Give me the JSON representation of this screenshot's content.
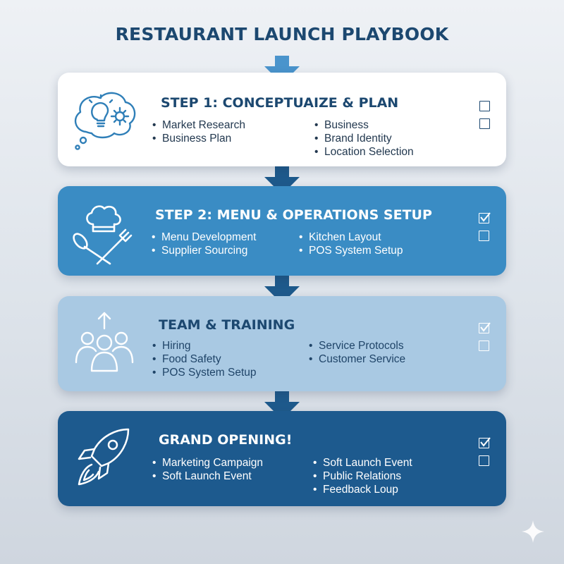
{
  "title": "RESTAURANT LAUNCH PLAYBOOK",
  "steps": [
    {
      "heading": "STEP 1: CONCEPTUAIZE & PLAN",
      "icon": "idea-lightbulb-gear-icon",
      "left_items": [
        "Market Research",
        "Business Plan"
      ],
      "right_items": [
        "Business",
        "Brand Identity",
        "Location Selection"
      ],
      "checkboxes": [
        false,
        false
      ]
    },
    {
      "heading": "STEP 2: MENU & OPERATIONS SETUP",
      "icon": "chef-hat-utensils-icon",
      "left_items": [
        "Menu Development",
        "Supplier Sourcing"
      ],
      "right_items": [
        "Kitchen Layout",
        "POS System Setup"
      ],
      "checkboxes": [
        true,
        false
      ]
    },
    {
      "heading": "TEAM & TRAINING",
      "icon": "team-growth-icon",
      "left_items": [
        "Hiring",
        "Food Safety",
        "POS System Setup"
      ],
      "right_items": [
        "Service Protocols",
        "Customer Service"
      ],
      "checkboxes": [
        true,
        false
      ]
    },
    {
      "heading": "GRAND OPENING!",
      "icon": "rocket-icon",
      "left_items": [
        "Marketing Campaign",
        "Soft Launch Event"
      ],
      "right_items": [
        "Soft Launch Event",
        "Public Relations",
        "Feedback Loup"
      ],
      "checkboxes": [
        true,
        false
      ]
    }
  ],
  "colors": {
    "title": "#1c4870",
    "card_1": "#ffffff",
    "card_2": "#3a8cc4",
    "card_3": "#a9c9e3",
    "card_4": "#1d5a8e",
    "arrow_top": "#4a94cc",
    "arrow_mid": "#1e5a8c"
  }
}
